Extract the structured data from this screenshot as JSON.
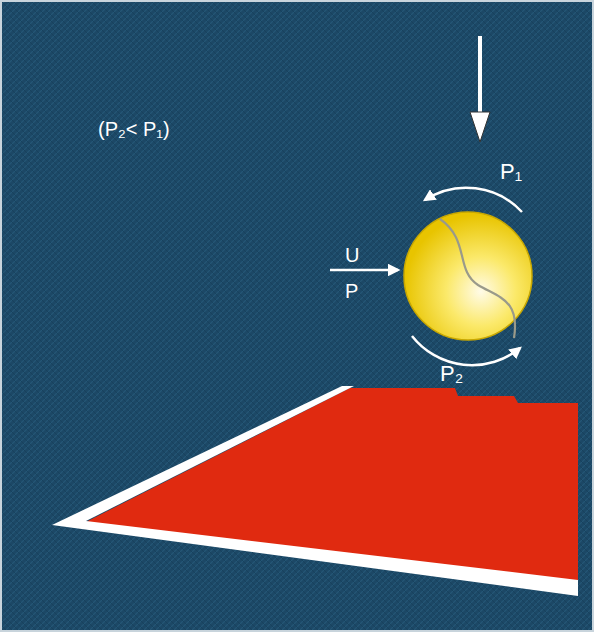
{
  "diagram": {
    "labels": [
      "(P₂< P₁)",
      "P₁",
      "U",
      "P",
      "P₂"
    ]
  }
}
